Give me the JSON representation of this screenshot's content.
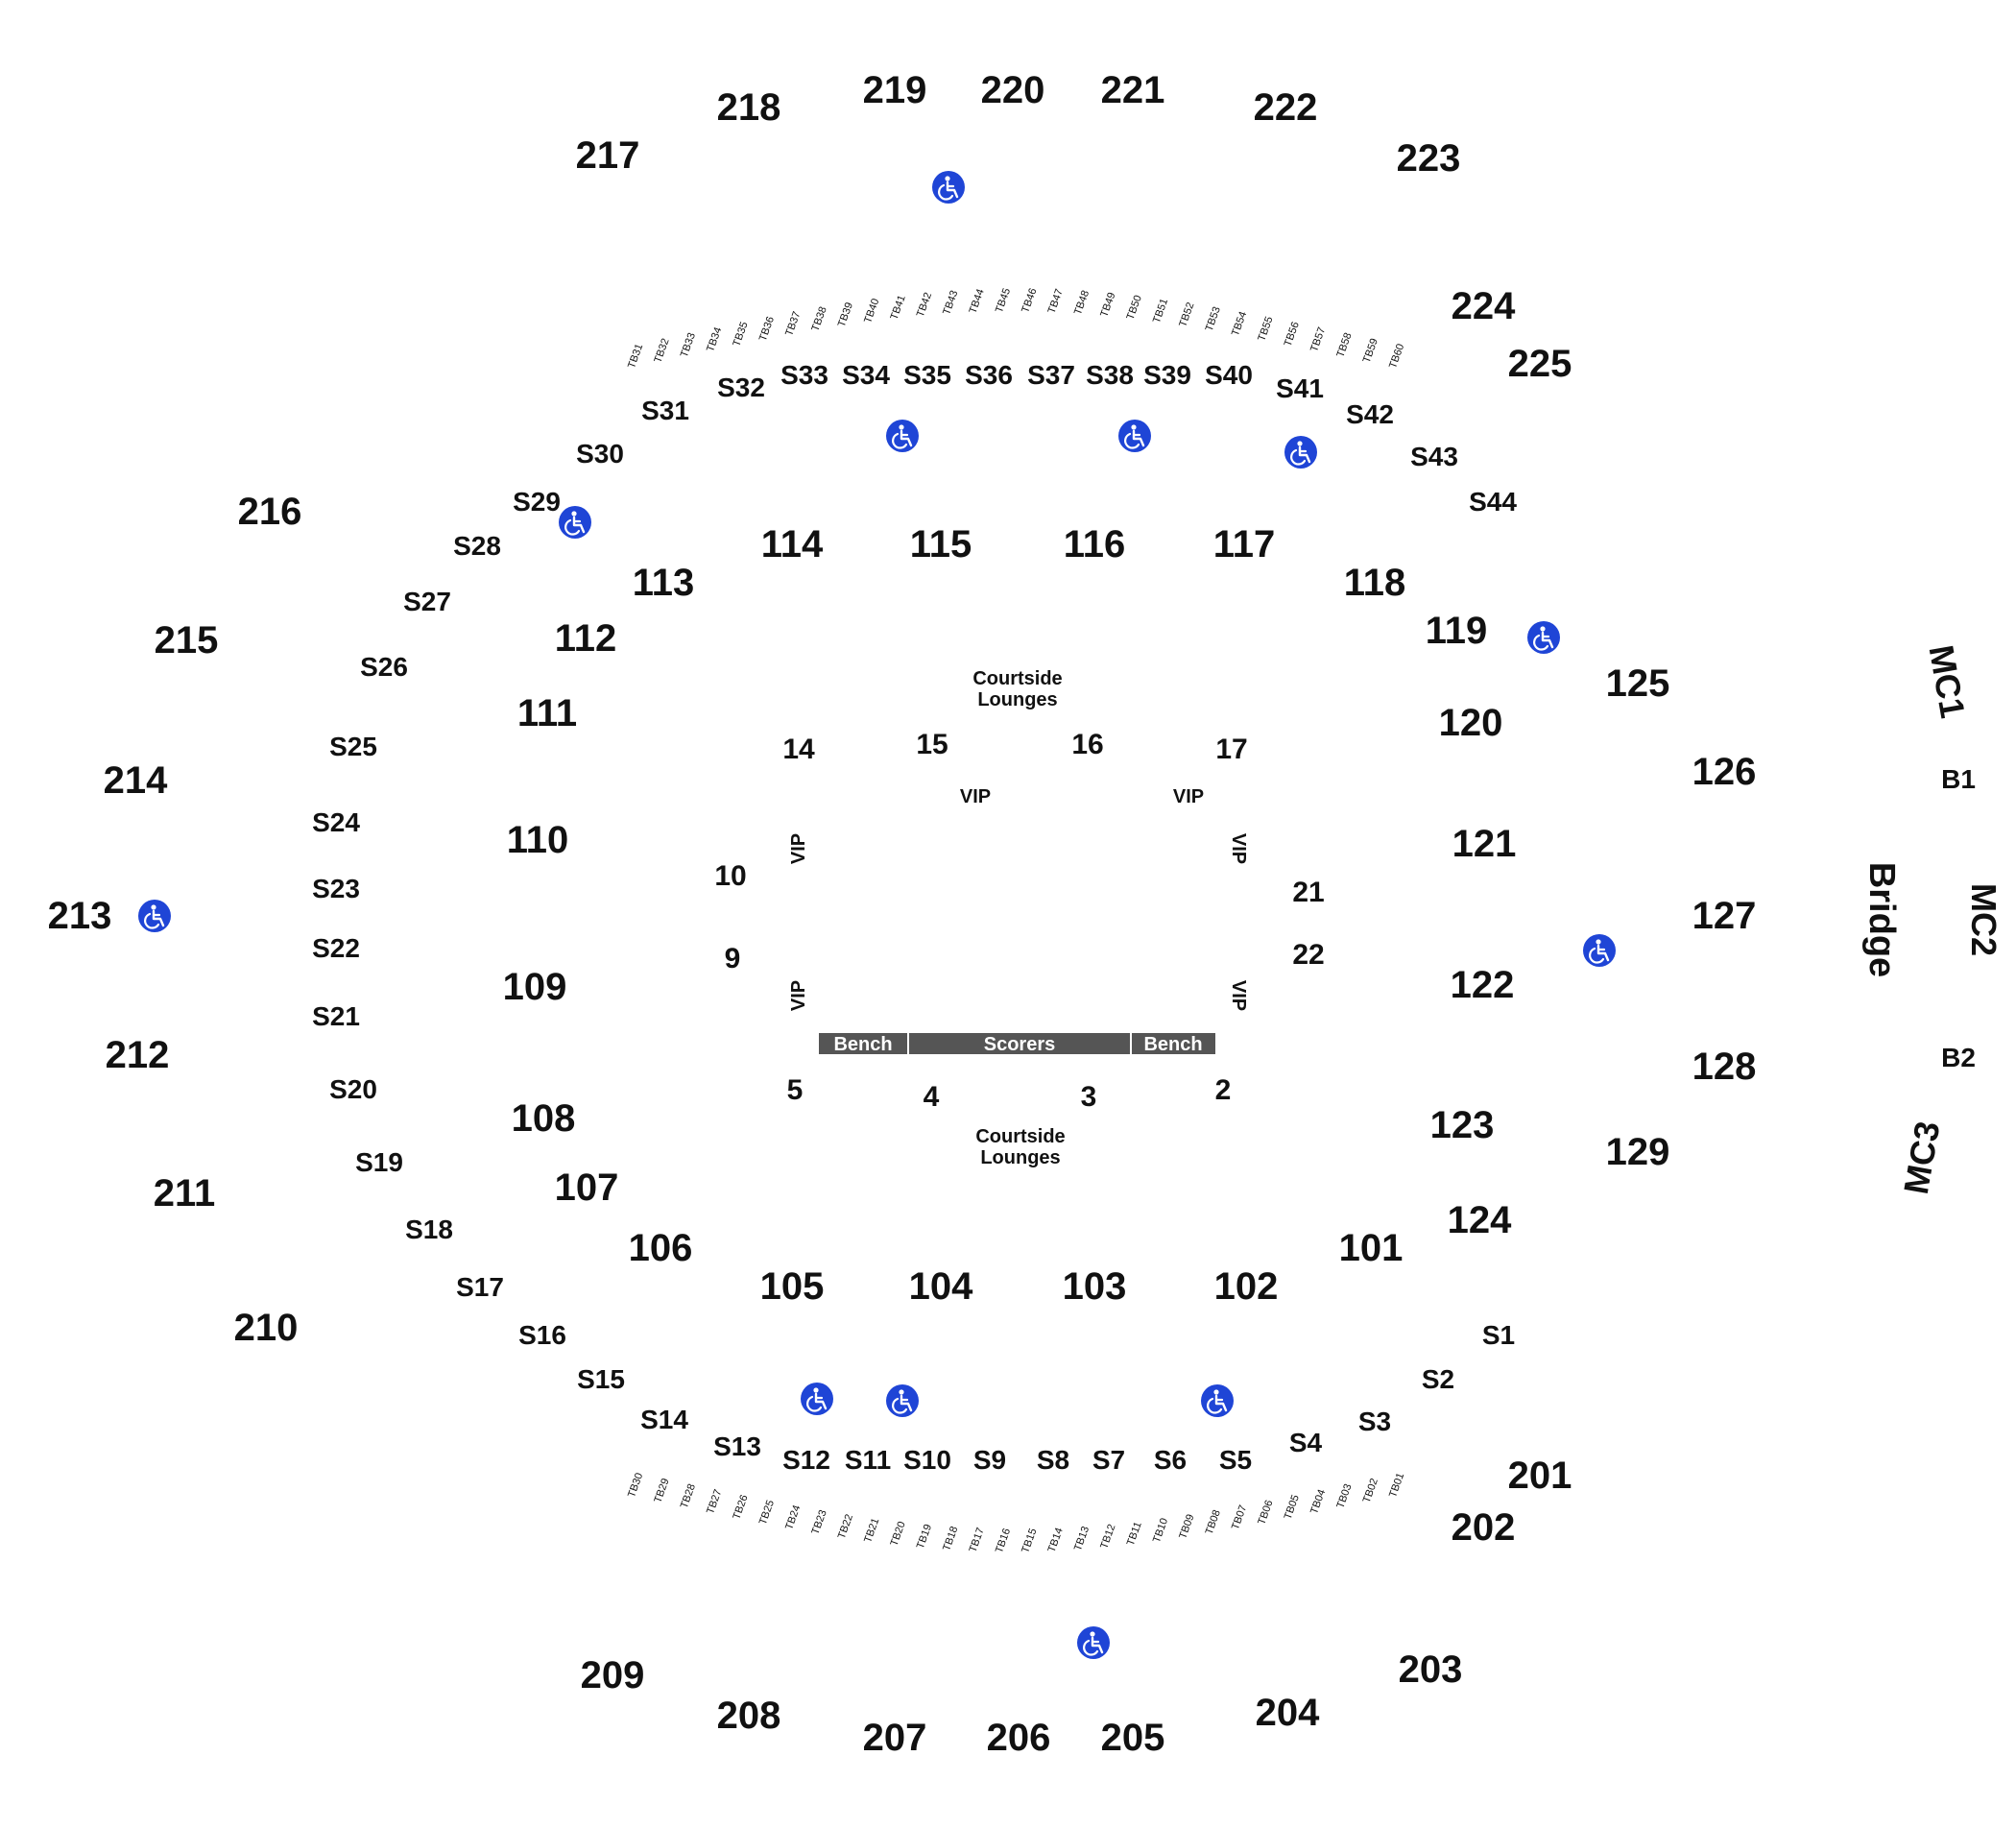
{
  "colors": {
    "text": "#111111",
    "accessible": "#1f45d6",
    "bench_bar": "#555555",
    "bar_text": "#ffffff"
  },
  "icons": {
    "accessible": "wheelchair-icon"
  },
  "sections_200": [
    "201",
    "202",
    "203",
    "204",
    "205",
    "206",
    "207",
    "208",
    "209",
    "210",
    "211",
    "212",
    "213",
    "214",
    "215",
    "216",
    "217",
    "218",
    "219",
    "220",
    "221",
    "222",
    "223",
    "224",
    "225"
  ],
  "sections_100": [
    "101",
    "102",
    "103",
    "104",
    "105",
    "106",
    "107",
    "108",
    "109",
    "110",
    "111",
    "112",
    "113",
    "114",
    "115",
    "116",
    "117",
    "118",
    "119",
    "120",
    "121",
    "122",
    "123",
    "124",
    "125",
    "126",
    "127",
    "128",
    "129"
  ],
  "suites": [
    "S1",
    "S2",
    "S3",
    "S4",
    "S5",
    "S6",
    "S7",
    "S8",
    "S9",
    "S10",
    "S11",
    "S12",
    "S13",
    "S14",
    "S15",
    "S16",
    "S17",
    "S18",
    "S19",
    "S20",
    "S21",
    "S22",
    "S23",
    "S24",
    "S25",
    "S26",
    "S27",
    "S28",
    "S29",
    "S30",
    "S31",
    "S32",
    "S33",
    "S34",
    "S35",
    "S36",
    "S37",
    "S38",
    "S39",
    "S40",
    "S41",
    "S42",
    "S43",
    "S44"
  ],
  "tables_top": [
    "TB31",
    "TB32",
    "TB33",
    "TB34",
    "TB35",
    "TB36",
    "TB37",
    "TB38",
    "TB39",
    "TB40",
    "TB41",
    "TB42",
    "TB43",
    "TB44",
    "TB45",
    "TB46",
    "TB47",
    "TB48",
    "TB49",
    "TB50",
    "TB51",
    "TB52",
    "TB53",
    "TB54",
    "TB55",
    "TB56",
    "TB57",
    "TB58",
    "TB59",
    "TB60"
  ],
  "tables_bottom": [
    "TB30",
    "TB29",
    "TB28",
    "TB27",
    "TB26",
    "TB25",
    "TB24",
    "TB23",
    "TB22",
    "TB21",
    "TB20",
    "TB19",
    "TB18",
    "TB17",
    "TB16",
    "TB15",
    "TB14",
    "TB13",
    "TB12",
    "TB11",
    "TB10",
    "TB09",
    "TB08",
    "TB07",
    "TB06",
    "TB05",
    "TB04",
    "TB03",
    "TB02",
    "TB01"
  ],
  "floor_sections": [
    "2",
    "3",
    "4",
    "5",
    "9",
    "10",
    "14",
    "15",
    "16",
    "17",
    "21",
    "22"
  ],
  "courtside_lounges_top": [
    "Courtside",
    "Lounges"
  ],
  "courtside_lounges_bottom": [
    "Courtside",
    "Lounges"
  ],
  "vip_label": "VIP",
  "court_bar": {
    "bench_left": "Bench",
    "scorers": "Scorers",
    "bench_right": "Bench"
  },
  "bridge": {
    "label": "Bridge",
    "mc1": "MC1",
    "mc2": "MC2",
    "mc3": "MC3",
    "b1": "B1",
    "b2": "B2"
  }
}
